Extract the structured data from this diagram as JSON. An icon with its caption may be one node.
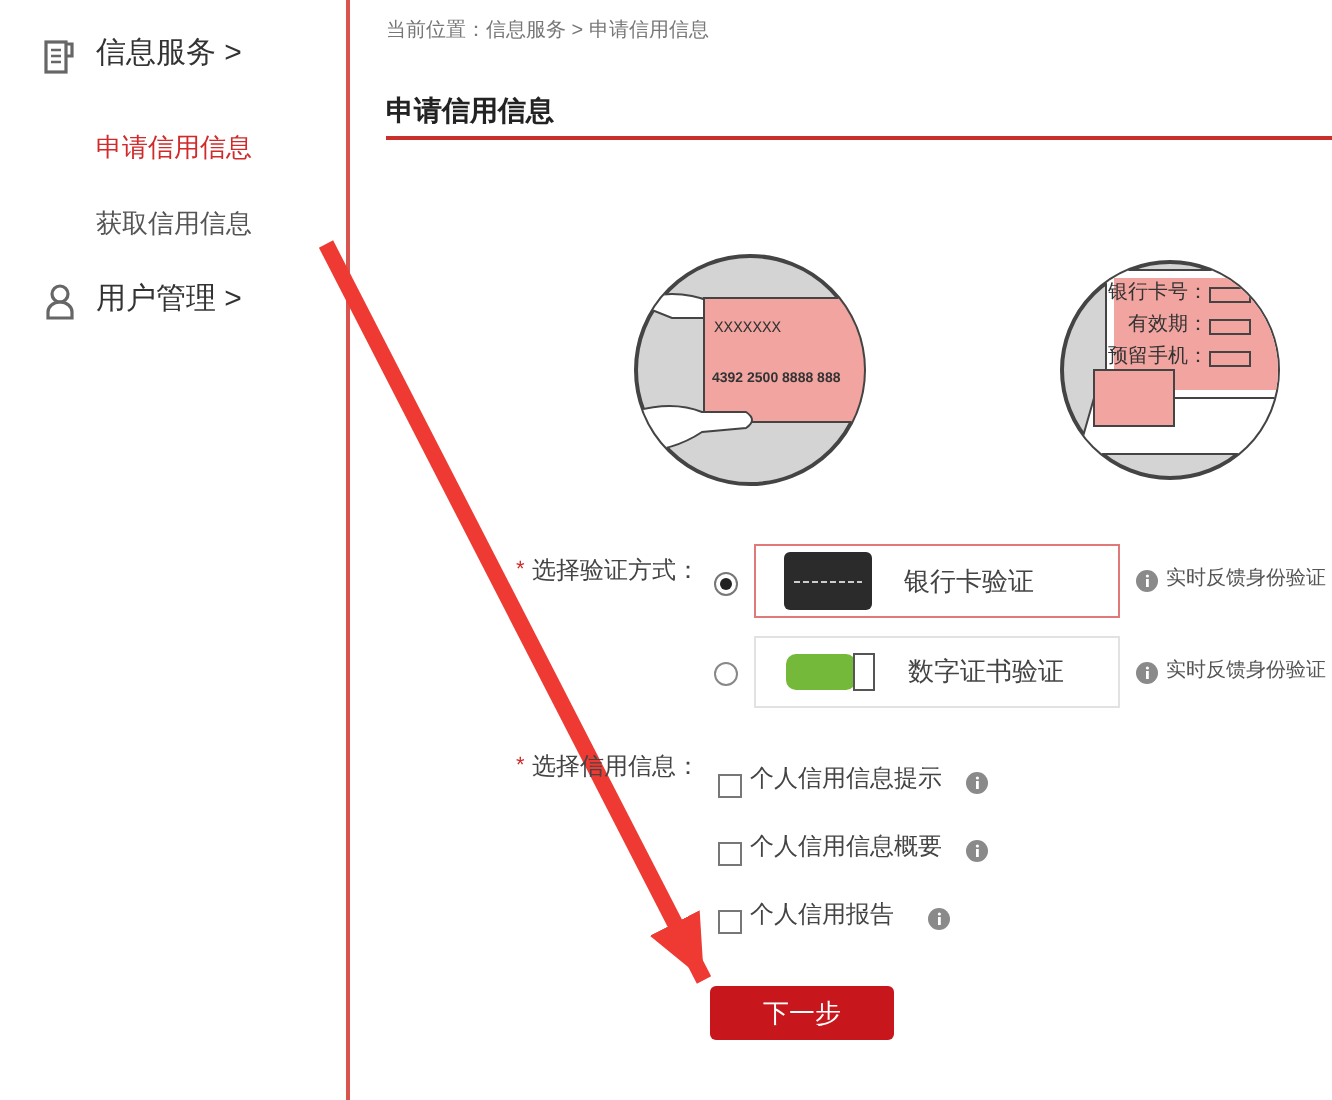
{
  "diagram": {
    "nodes": [
      {
        "text": [
          "银行卡验证"
        ]
      },
      {
        "text": [
          "数字证书验证"
        ]
      },
      {
        "text": [
          "下一步"
        ]
      }
    ],
    "edges": [
      {
        "from": null,
        "to": 2,
        "arrow": "to"
      }
    ],
    "labels": [
      "信息服务 >",
      "申请信用信息",
      "获取信用信息",
      "用户管理 >",
      "当前位置：信息服务 > 申请信用信息",
      "申请信用信息",
      "XXXXXXX",
      "4392 2500 8888 888",
      "银行卡号：",
      "有效期：",
      "预留手机：",
      "*",
      "选择验证方式：",
      "实时反馈身份验证",
      "实时反馈身份验证",
      "*",
      "选择信用信息：",
      "个人信用信息提示",
      "个人信用信息概要",
      "个人信用报告"
    ]
  }
}
